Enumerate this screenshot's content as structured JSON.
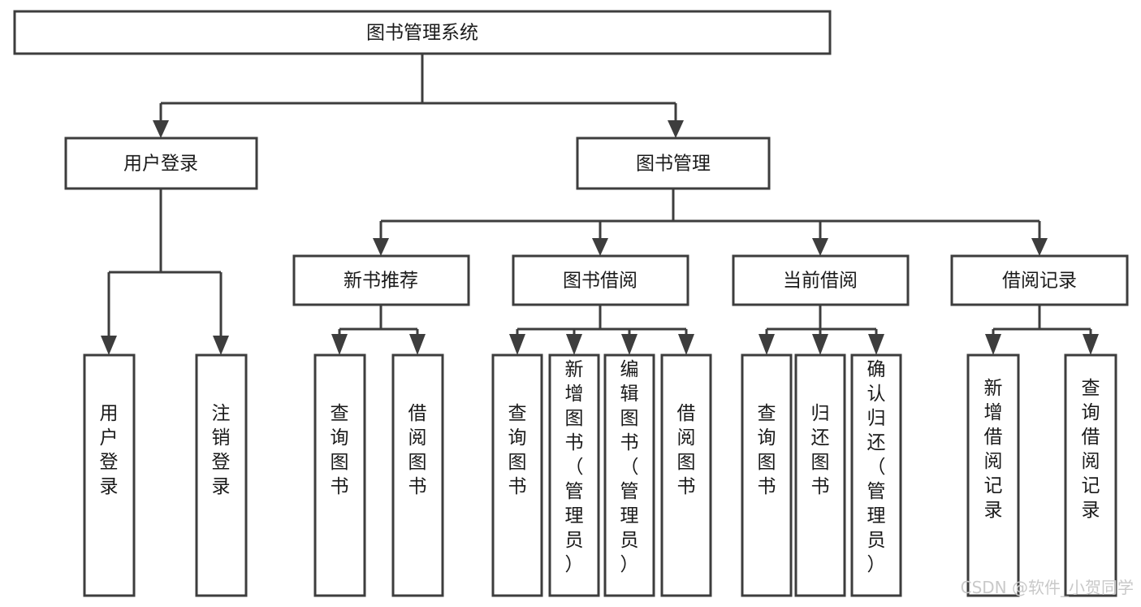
{
  "diagram": {
    "type": "tree-hierarchy-diagram",
    "title": "图书管理系统",
    "root": {
      "id": "root",
      "label": "图书管理系统",
      "orientation": "horizontal"
    },
    "level2": [
      {
        "id": "user-login",
        "label": "用户登录",
        "orientation": "horizontal"
      },
      {
        "id": "book-manage",
        "label": "图书管理",
        "orientation": "horizontal"
      }
    ],
    "level3": [
      {
        "id": "new-book-recommend",
        "label": "新书推荐",
        "orientation": "horizontal",
        "parent": "book-manage"
      },
      {
        "id": "book-borrow",
        "label": "图书借阅",
        "orientation": "horizontal",
        "parent": "book-manage"
      },
      {
        "id": "current-borrow",
        "label": "当前借阅",
        "orientation": "horizontal",
        "parent": "book-manage"
      },
      {
        "id": "borrow-record",
        "label": "借阅记录",
        "orientation": "horizontal",
        "parent": "book-manage"
      }
    ],
    "leaves": [
      {
        "id": "leaf-user-login",
        "label": "用户登录",
        "orientation": "vertical",
        "parent": "user-login"
      },
      {
        "id": "leaf-user-logout",
        "label": "注销登录",
        "orientation": "vertical",
        "parent": "user-login"
      },
      {
        "id": "leaf-query-book-1",
        "label": "查询图书",
        "orientation": "vertical",
        "parent": "new-book-recommend"
      },
      {
        "id": "leaf-borrow-book-1",
        "label": "借阅图书",
        "orientation": "vertical",
        "parent": "new-book-recommend"
      },
      {
        "id": "leaf-query-book-2",
        "label": "查询图书",
        "orientation": "vertical",
        "parent": "book-borrow"
      },
      {
        "id": "leaf-add-book",
        "label": "新增图书（管理员）",
        "orientation": "vertical",
        "parent": "book-borrow"
      },
      {
        "id": "leaf-edit-book",
        "label": "编辑图书（管理员）",
        "orientation": "vertical",
        "parent": "book-borrow"
      },
      {
        "id": "leaf-borrow-book-2",
        "label": "借阅图书",
        "orientation": "vertical",
        "parent": "book-borrow"
      },
      {
        "id": "leaf-query-book-3",
        "label": "查询图书",
        "orientation": "vertical",
        "parent": "current-borrow"
      },
      {
        "id": "leaf-return-book",
        "label": "归还图书",
        "orientation": "vertical",
        "parent": "current-borrow"
      },
      {
        "id": "leaf-confirm-return",
        "label": "确认归还（管理员）",
        "orientation": "vertical",
        "parent": "current-borrow"
      },
      {
        "id": "leaf-add-record",
        "label": "新增借阅记录",
        "orientation": "vertical",
        "parent": "borrow-record"
      },
      {
        "id": "leaf-query-record",
        "label": "查询借阅记录",
        "orientation": "vertical",
        "parent": "borrow-record"
      }
    ],
    "colors": {
      "box_stroke": "#3d3d3d",
      "box_fill": "#ffffff",
      "connector": "#3d3d3d",
      "label_text": "#1a1a1a",
      "watermark": "#c9c9c9",
      "background": "#ffffff"
    }
  },
  "watermark": {
    "label": "CSDN @软件_小贺同学"
  }
}
